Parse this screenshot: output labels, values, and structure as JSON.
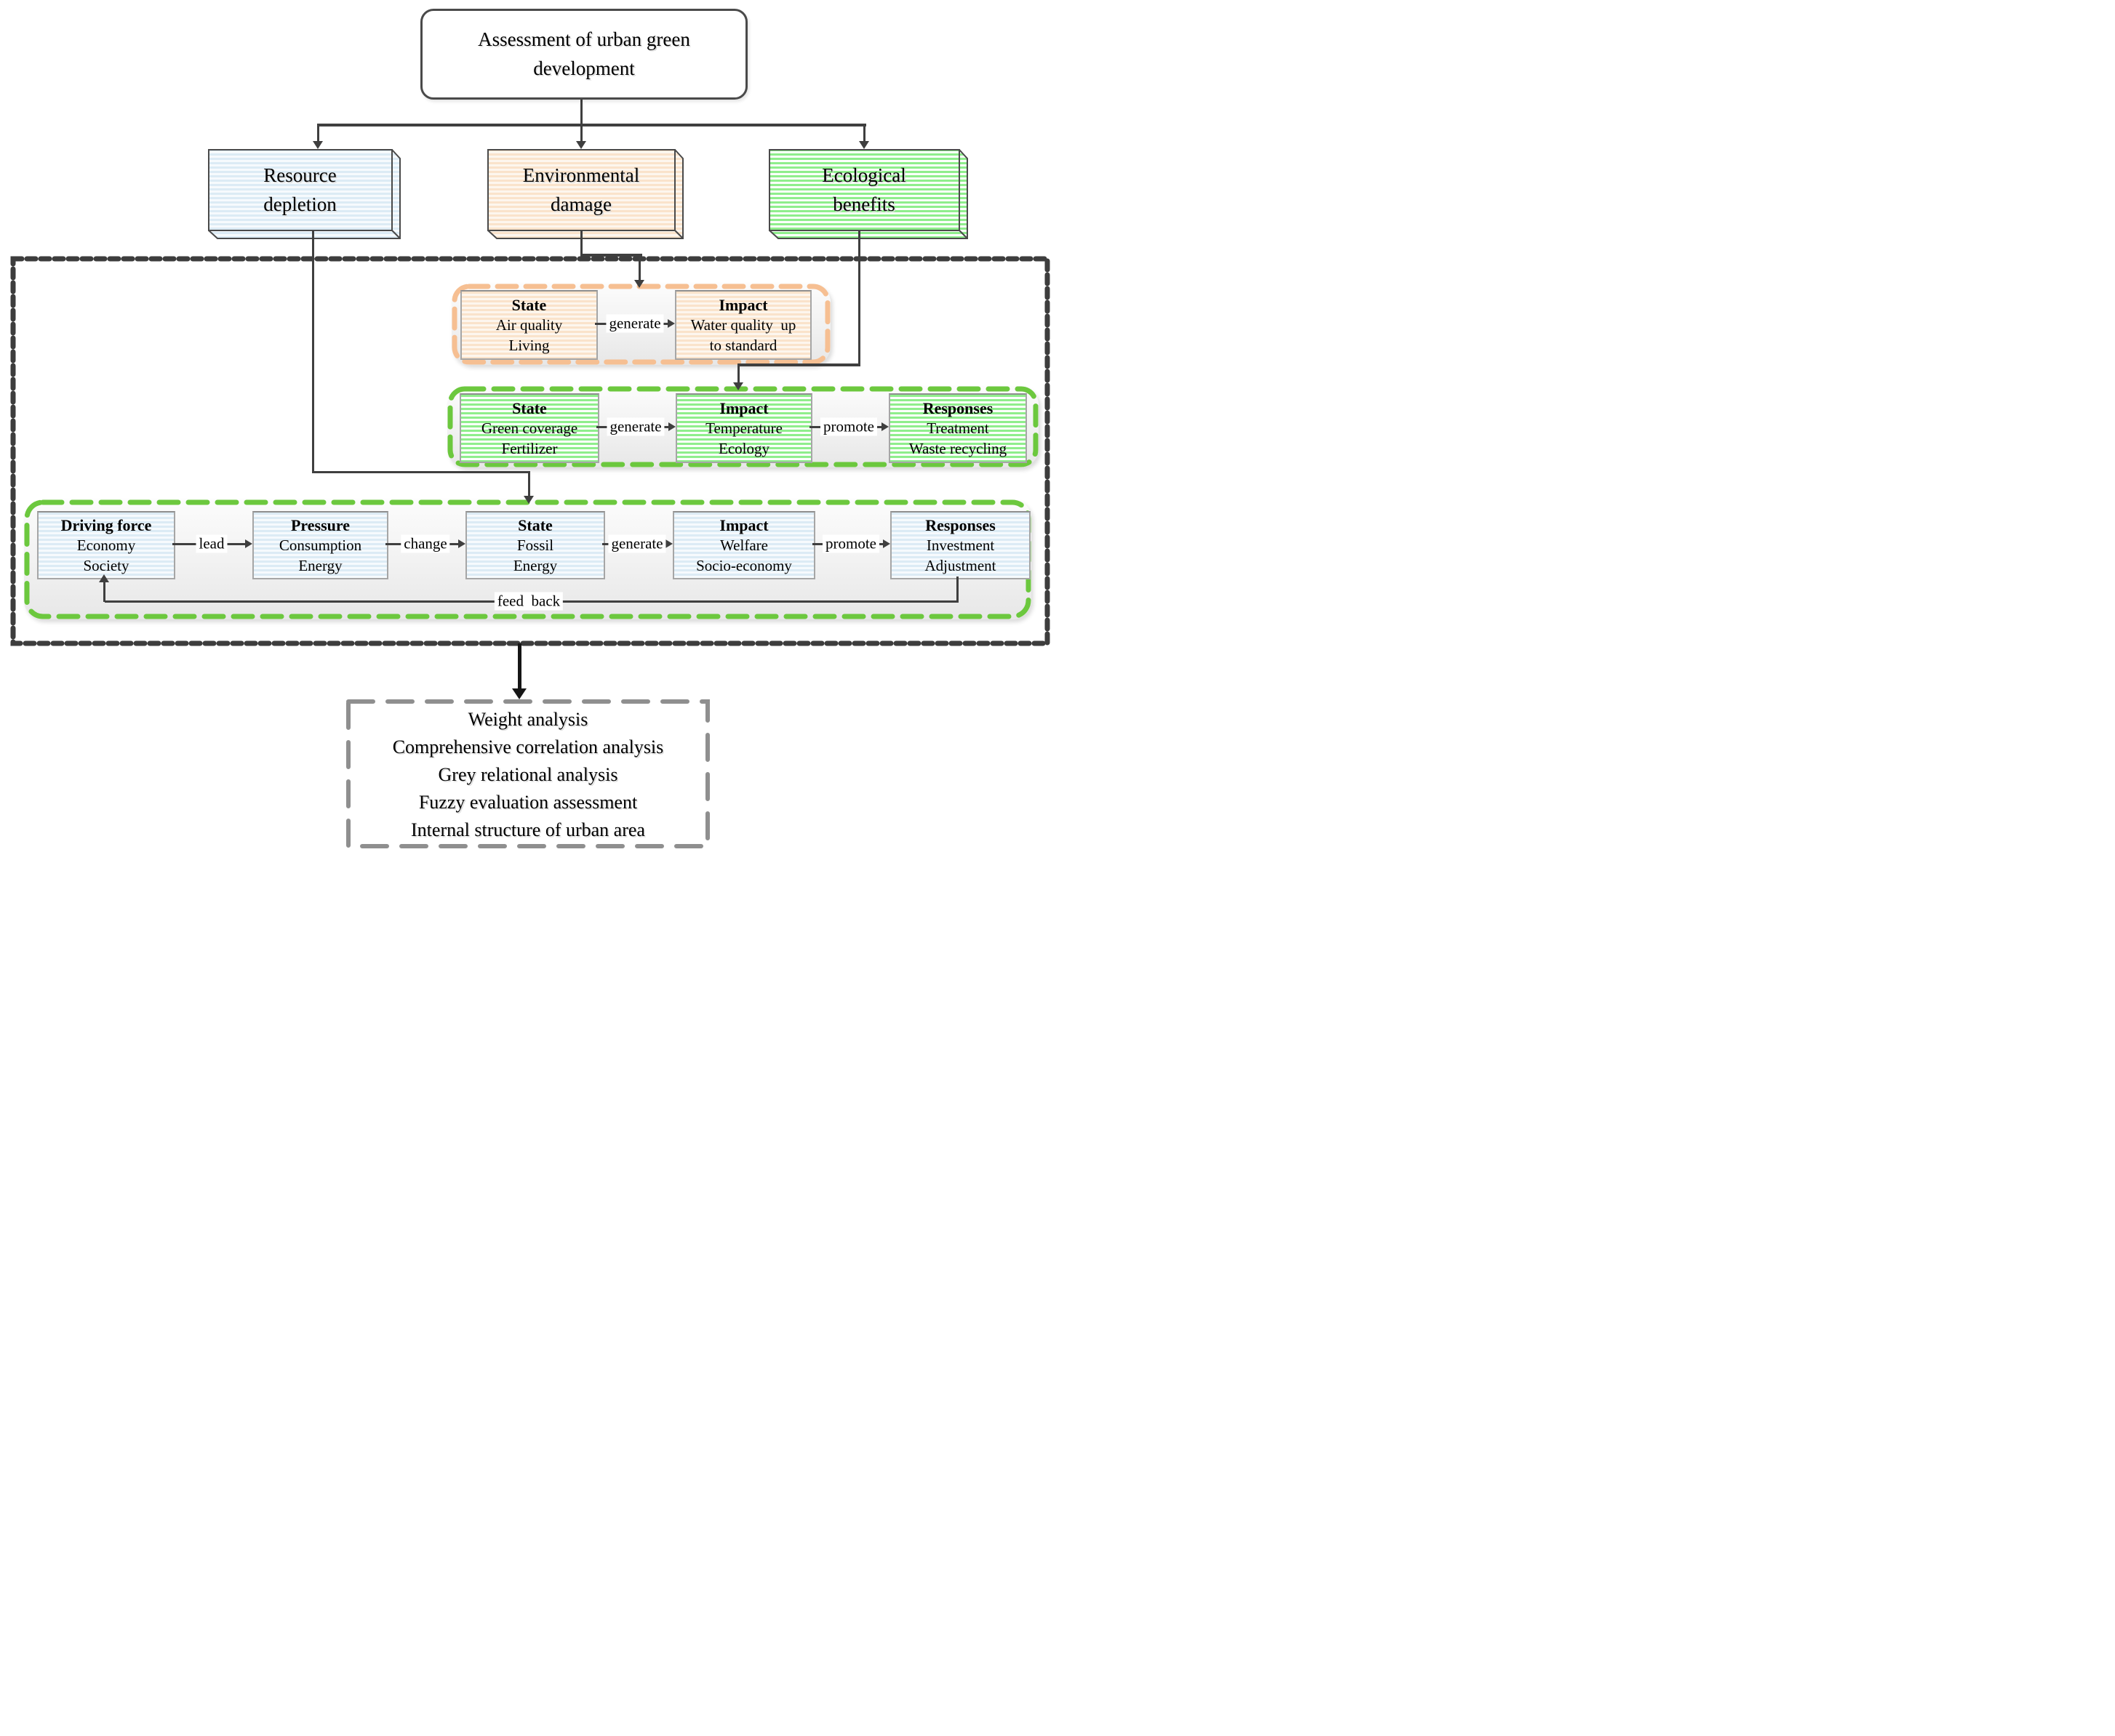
{
  "diagram": {
    "title": "Assessment of urban green development",
    "top_boxes": [
      {
        "label": "Resource depletion"
      },
      {
        "label": "Environmental damage"
      },
      {
        "label": "Ecological benefits"
      }
    ],
    "rows": {
      "orange": {
        "boxes": [
          {
            "header": "State",
            "line1": "Air quality",
            "line2": "Living"
          },
          {
            "header": "Impact",
            "line1": "Water quality  up",
            "line2": "to standard"
          }
        ],
        "connector1": "generate"
      },
      "green": {
        "boxes": [
          {
            "header": "State",
            "line1": "Green coverage",
            "line2": "Fertilizer"
          },
          {
            "header": "Impact",
            "line1": "Temperature",
            "line2": "Ecology"
          },
          {
            "header": "Responses",
            "line1": "Treatment",
            "line2": "Waste recycling"
          }
        ],
        "connector1": "generate",
        "connector2": "promote"
      },
      "dpsir": {
        "boxes": [
          {
            "header": "Driving force",
            "line1": "Economy",
            "line2": "Society"
          },
          {
            "header": "Pressure",
            "line1": "Consumption",
            "line2": "Energy"
          },
          {
            "header": "State",
            "line1": "Fossil",
            "line2": "Energy"
          },
          {
            "header": "Impact",
            "line1": "Welfare",
            "line2": "Socio-economy"
          },
          {
            "header": "Responses",
            "line1": "Investment",
            "line2": "Adjustment"
          }
        ],
        "connector1": "lead",
        "connector2": "change",
        "connector3": "generate",
        "connector4": "promote",
        "feedback_label": "feed  back"
      }
    },
    "analysis_box": {
      "lines": [
        "Weight analysis",
        "Comprehensive correlation analysis",
        "Grey relational analysis",
        "Fuzzy evaluation assessment",
        "Internal structure of urban area"
      ]
    },
    "colors": {
      "peach_dash": "#f6bf92",
      "green_dash": "#6cc83e",
      "black_dash": "#3d3d3d",
      "gray_dash": "#8f8f8f",
      "connector": "#3f3f3f",
      "blue_fill": "#dcebf5",
      "peach_fill": "#fae3cb",
      "green_fill": "#8fee8c"
    }
  }
}
